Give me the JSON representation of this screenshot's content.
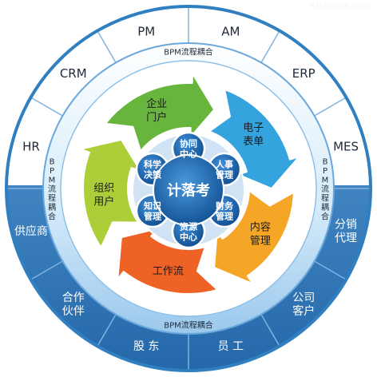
{
  "outer_ring": {
    "upper_labels": [
      "PM",
      "AM",
      "ERP",
      "MES",
      "HR",
      "CRM"
    ],
    "lower_labels": [
      "分销\n代理",
      "公司\n客户",
      "员 工",
      "股 东",
      "合作\n伙伴",
      "供应商"
    ]
  },
  "coupling_ring": {
    "top": "BPM流程耦合",
    "bottom": "BPM流程耦合",
    "left": "BPM流程耦合",
    "right": "BPM流程耦合"
  },
  "process_arrows": [
    {
      "label": "企业\n门户",
      "color": "#5fb233"
    },
    {
      "label": "电子\n表单",
      "color": "#2a9fdd"
    },
    {
      "label": "内容\n管理",
      "color": "#f6a21b"
    },
    {
      "label": "工作流",
      "color": "#ee5a1a"
    },
    {
      "label": "组织\n用户",
      "color": "#a8cc2e"
    }
  ],
  "hub": {
    "center_label": "计落考",
    "modules": [
      "协同\n中心",
      "人事\n管理",
      "财务\n管理",
      "资源\n中心",
      "知识\n管理",
      "科学\n决策"
    ]
  },
  "colors": {
    "outer_upper": "#ffffff",
    "outer_lower": "#2f7fc1",
    "hub_blue": "#1f6eb5",
    "ring_line": "#7fb3e0"
  },
  "watermark": "sharp3d.com"
}
